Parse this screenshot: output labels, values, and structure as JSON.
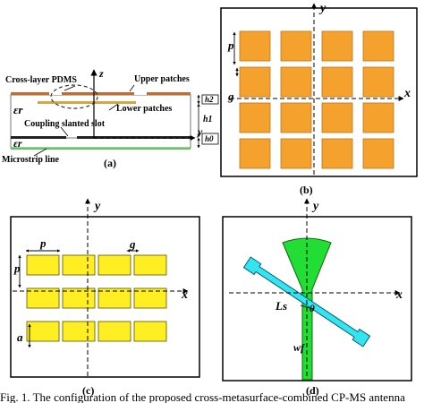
{
  "panel_a": {
    "label": "(a)",
    "cross_layer": "Cross-layer PDMS",
    "upper": "Upper patches",
    "lower": "Lower patches",
    "slot": "Coupling slanted slot",
    "microstrip": "Microstrip line",
    "eps1": "εr",
    "eps2": "εr",
    "h2": "h2",
    "h1": "h1",
    "h0": "h0",
    "z": "z",
    "y": "y"
  },
  "panel_b": {
    "label": "(b)",
    "x": "x",
    "y": "y",
    "p": "p",
    "g": "g"
  },
  "panel_c": {
    "label": "(c)",
    "x": "x",
    "y": "y",
    "p_top": "p",
    "p_left": "p",
    "g": "g",
    "a": "a"
  },
  "panel_d": {
    "label": "(d)",
    "x": "x",
    "y": "y",
    "ls": "Ls",
    "theta": "θ",
    "wf": "wf"
  },
  "caption": "Fig. 1.  The configuration of the proposed cross-metasurface-combined CP-MS antenna",
  "colors": {
    "orange": "#f5a12e",
    "yellow": "#ffee22",
    "green": "#22dd33",
    "cyan": "#33e5ee"
  }
}
